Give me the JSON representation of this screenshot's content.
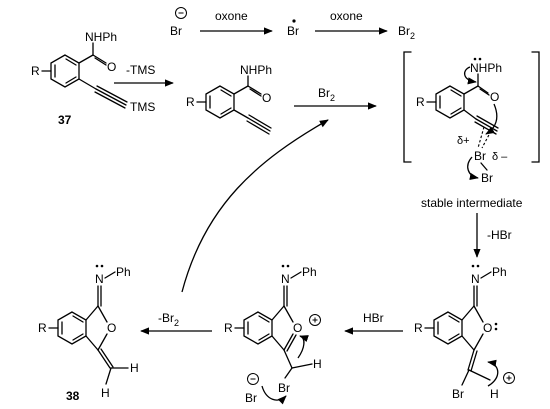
{
  "reagents": {
    "bromide": "Br",
    "oxone1": "oxone",
    "radical": "Br",
    "oxone2": "oxone",
    "br2_top": "Br",
    "br2_top_sub": "2"
  },
  "steps": {
    "tms_removal": "-TMS",
    "br2_addition": "Br",
    "br2_addition_sub": "2",
    "hbr_elimination": "-HBr",
    "hbr_addition": "HBr",
    "br2_loss": "-Br",
    "br2_loss_sub": "2"
  },
  "compounds": {
    "c37": "37",
    "c38": "38",
    "nhph": "NHPh",
    "tms": "TMS",
    "ph": "Ph",
    "r": "R",
    "o": "O",
    "n": "N",
    "h": "H",
    "br": "Br"
  },
  "charges": {
    "delta_plus": "δ+",
    "delta_minus": "δ –",
    "minus": "–",
    "plus": "+"
  },
  "intermediate_note": "stable intermediate"
}
